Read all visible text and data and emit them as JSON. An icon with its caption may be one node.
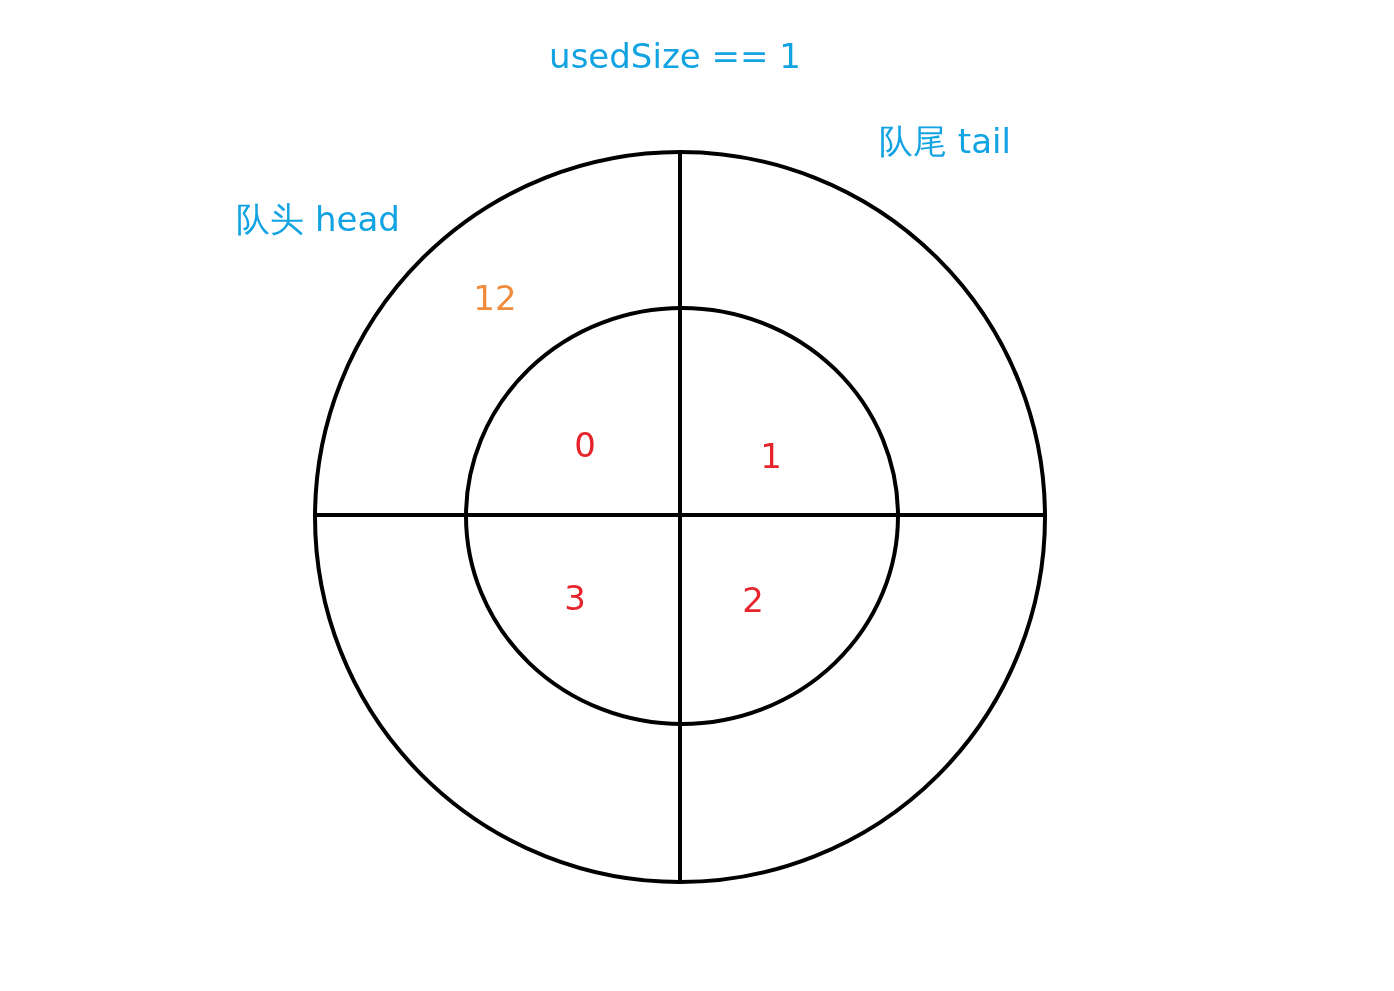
{
  "diagram": {
    "title": "usedSize == 1",
    "labels": [
      "队尾 tail",
      "队头 head",
      "12",
      "0",
      "1",
      "3",
      "2"
    ]
  }
}
